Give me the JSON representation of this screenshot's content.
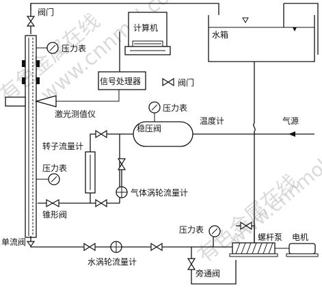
{
  "labels": {
    "valve_top": "阀门",
    "pressure_gauge_1": "压力表",
    "computer": "计算机",
    "water_tank": "水箱",
    "signal_processor": "信号处理器",
    "valve_legend": "阀门",
    "laser_meter": "激光测值仪",
    "pressure_gauge_2": "压力表",
    "stabilizer_valve": "稳压阀",
    "thermometer": "温度计",
    "gas_source": "气源",
    "rotameter": "转子流量计",
    "pressure_gauge_3": "压力表",
    "gas_turbine_meter": "气体涡轮流量计",
    "cone_valve": "锥形阀",
    "pressure_gauge_4": "压力表",
    "screw_pump": "螺杆泵",
    "motor": "电机",
    "check_valve": "单流阀",
    "water_turbine_meter": "水涡轮流量计",
    "bypass_valve": "旁通阀"
  },
  "watermark": {
    "line1_top": "有色金属在线",
    "line2_top": "www.cnnmol.com",
    "line1_bottom": "有色金属在线",
    "line2_bottom": "www.cnnmol.com"
  },
  "icons": {
    "valve": "bowtie-valve-icon",
    "gauge": "pressure-gauge-icon",
    "flowmeter": "turbine-flowmeter-icon",
    "monitor": "computer-monitor-icon"
  }
}
